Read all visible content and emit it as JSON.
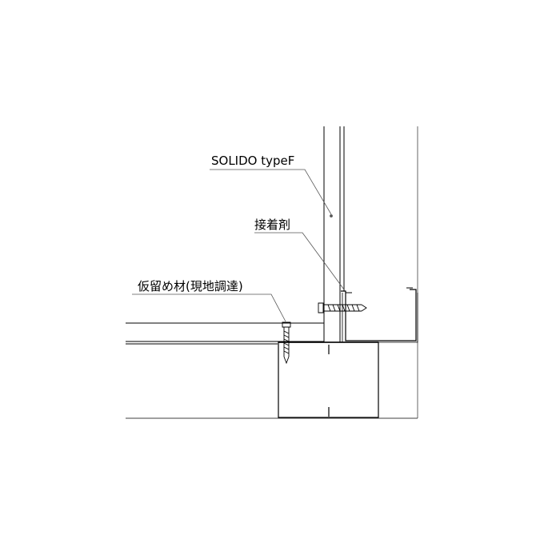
{
  "labels": {
    "solido": "SOLIDO typeF",
    "adhesive": "接着剤",
    "temporary_fixing": "仮留め材(現地調達)"
  },
  "colors": {
    "line": "#000000",
    "leader": "#555555",
    "background": "#ffffff"
  }
}
